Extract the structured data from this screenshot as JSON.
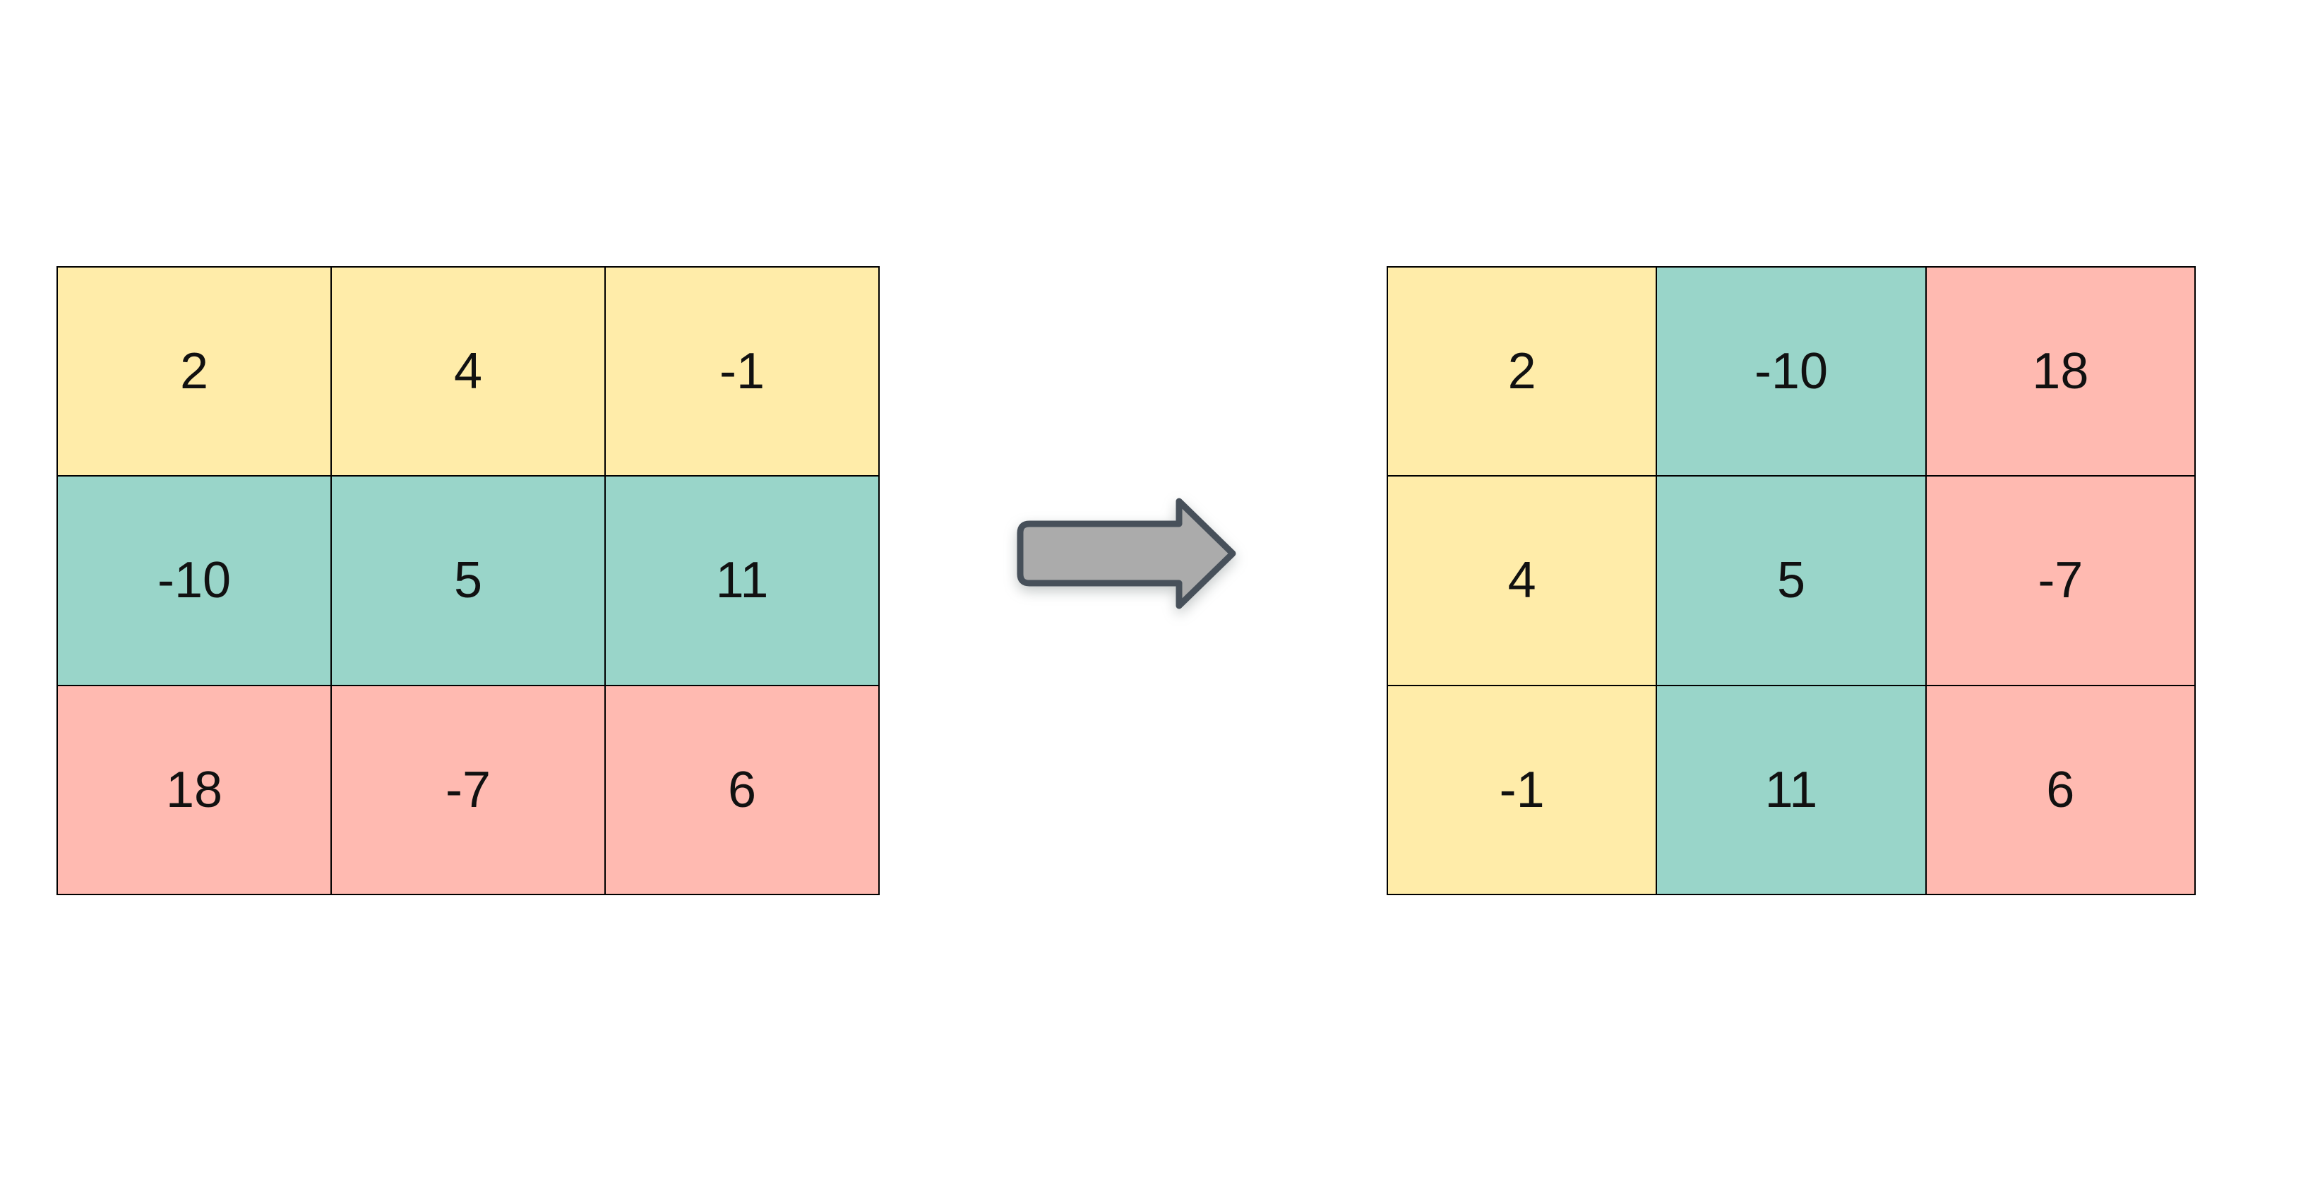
{
  "colors": {
    "yellow": "#ffeca9",
    "teal": "#99d5c9",
    "pink": "#ffbab1",
    "grid_line": "#000000",
    "value_text": "#111111",
    "arrow_fill": "#ababab",
    "arrow_stroke": "#47505a",
    "page_bg": "#ffffff"
  },
  "left_matrix": {
    "rows": [
      [
        {
          "value": "2",
          "color": "yellow"
        },
        {
          "value": "4",
          "color": "yellow"
        },
        {
          "value": "-1",
          "color": "yellow"
        }
      ],
      [
        {
          "value": "-10",
          "color": "teal"
        },
        {
          "value": "5",
          "color": "teal"
        },
        {
          "value": "11",
          "color": "teal"
        }
      ],
      [
        {
          "value": "18",
          "color": "pink"
        },
        {
          "value": "-7",
          "color": "pink"
        },
        {
          "value": "6",
          "color": "pink"
        }
      ]
    ]
  },
  "right_matrix": {
    "rows": [
      [
        {
          "value": "2",
          "color": "yellow"
        },
        {
          "value": "-10",
          "color": "teal"
        },
        {
          "value": "18",
          "color": "pink"
        }
      ],
      [
        {
          "value": "4",
          "color": "yellow"
        },
        {
          "value": "5",
          "color": "teal"
        },
        {
          "value": "-7",
          "color": "pink"
        }
      ],
      [
        {
          "value": "-1",
          "color": "yellow"
        },
        {
          "value": "11",
          "color": "teal"
        },
        {
          "value": "6",
          "color": "pink"
        }
      ]
    ]
  },
  "arrow": {
    "direction": "right"
  }
}
